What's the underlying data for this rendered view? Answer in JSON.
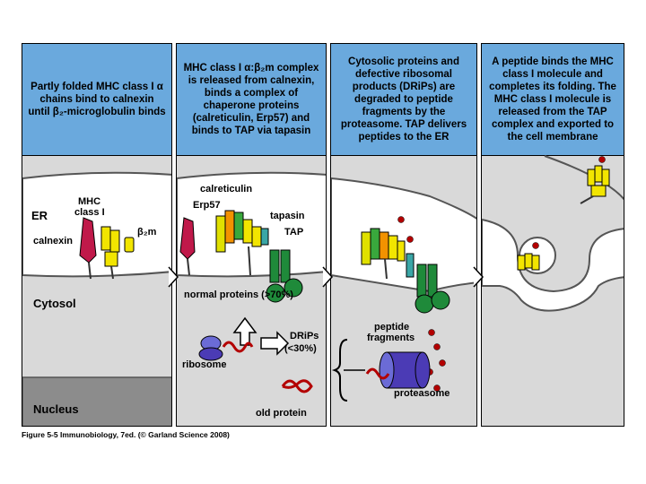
{
  "panels": [
    {
      "header": "Partly folded MHC class I α chains bind to calnexin until β₂-microglobulin binds",
      "labels": {
        "mhc": "MHC",
        "class": "class I",
        "er": "ER",
        "b2m": "β₂m",
        "calnexin": "calnexin",
        "cytosol": "Cytosol",
        "nucleus": "Nucleus"
      }
    },
    {
      "header": "MHC class I α:β₂m complex is released from calnexin, binds a complex of chaperone proteins (calreticulin, Erp57) and binds to TAP via tapasin",
      "labels": {
        "calreticulin": "calreticulin",
        "erp57": "Erp57",
        "tapasin": "tapasin",
        "tap": "TAP",
        "normal": "normal proteins (>70%)",
        "drips": "DRiPs",
        "drips_pct": "(<30%)",
        "ribosome": "ribosome",
        "old": "old protein"
      }
    },
    {
      "header": "Cytosolic proteins and defective ribosomal products (DRiPs) are degraded to peptide fragments by the proteasome. TAP delivers peptides to the ER",
      "labels": {
        "peptide": "peptide",
        "fragments": "fragments",
        "proteasome": "proteasome"
      }
    },
    {
      "header": "A peptide binds the MHC class I molecule and completes its folding. The MHC class I molecule is released from the TAP complex and exported to the cell membrane",
      "labels": {}
    }
  ],
  "caption": "Figure 5-5 Immunobiology, 7ed. (© Garland Science 2008)",
  "colors": {
    "header_blue": "#6aa9dd",
    "cytosol_gray": "#d9d9d9",
    "nucleus_gray": "#8c8c8c",
    "er_lumen": "#ffffff",
    "calnexin": "#c0194a",
    "mhc_yellow": "#f2e500",
    "tap_green": "#1f8a3a",
    "peptide_red": "#b30000",
    "proteasome": "#4b3bb5"
  }
}
